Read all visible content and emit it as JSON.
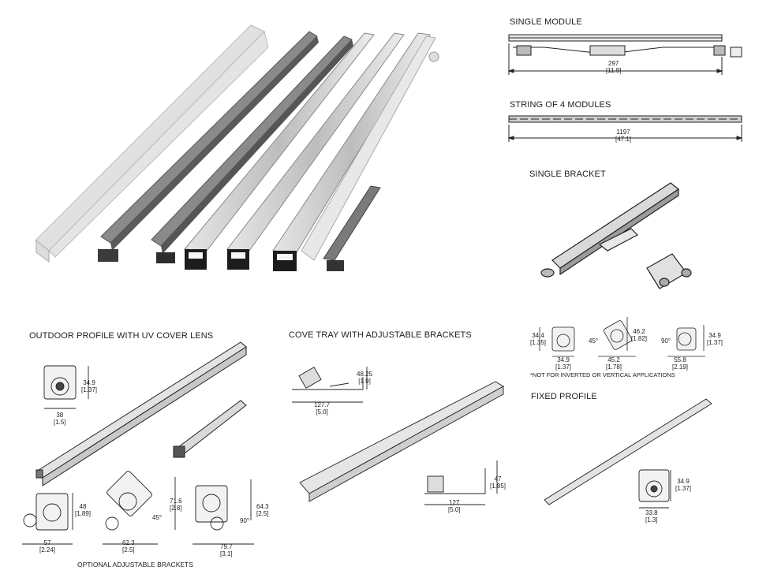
{
  "sections": {
    "single_module": "SINGLE MODULE",
    "string_modules": "STRING OF 4 MODULES",
    "single_bracket": "SINGLE BRACKET",
    "outdoor_profile": "OUTDOOR PROFILE WITH UV COVER LENS",
    "cove_tray": "COVE TRAY WITH ADJUSTABLE BRACKETS",
    "fixed_profile": "FIXED PROFILE",
    "optional_brackets": "OPTIONAL ADJUSTABLE BRACKETS"
  },
  "note": "*NOT FOR INVERTED OR VERTICAL APPLICATIONS",
  "dims": {
    "module_len": "297",
    "module_len_in": "[11.9]",
    "string_len": "1197",
    "string_len_in": "[47.1]",
    "sb_h1": "34.4",
    "sb_h1_in": "[1.35]",
    "sb_w1": "34.9",
    "sb_w1_in": "[1.37]",
    "sb_angle45": "45°",
    "sb_h2": "46.2",
    "sb_h2_in": "[1.82]",
    "sb_w2": "45.2",
    "sb_w2_in": "[1.78]",
    "sb_angle90": "90°",
    "sb_h3": "34.9",
    "sb_h3_in": "[1.37]",
    "sb_w3": "55.8",
    "sb_w3_in": "[2.19]",
    "op_h": "34.9",
    "op_h_in": "[1.37]",
    "op_w": "38",
    "op_w_in": "[1.5]",
    "ob_h1": "48",
    "ob_h1_in": "[1.89]",
    "ob_w1": "57",
    "ob_w1_in": "[2.24]",
    "ob_h2": "71.6",
    "ob_h2_in": "[2.8]",
    "ob_angle45": "45°",
    "ob_w2": "62.3",
    "ob_w2_in": "[2.5]",
    "ob_h3": "64.3",
    "ob_h3_in": "[2.5]",
    "ob_angle90": "90°",
    "ob_w3": "79.7",
    "ob_w3_in": "[3.1]",
    "ct_h1": "48.25",
    "ct_h1_in": "[1.9]",
    "ct_w1": "127.7",
    "ct_w1_in": "[5.0]",
    "ct_h2": "47",
    "ct_h2_in": "[1.85]",
    "ct_w2": "127",
    "ct_w2_in": "[5.0]",
    "fp_h": "34.9",
    "fp_h_in": "[1.37]",
    "fp_w": "33.8",
    "fp_w_in": "[1.3]"
  }
}
